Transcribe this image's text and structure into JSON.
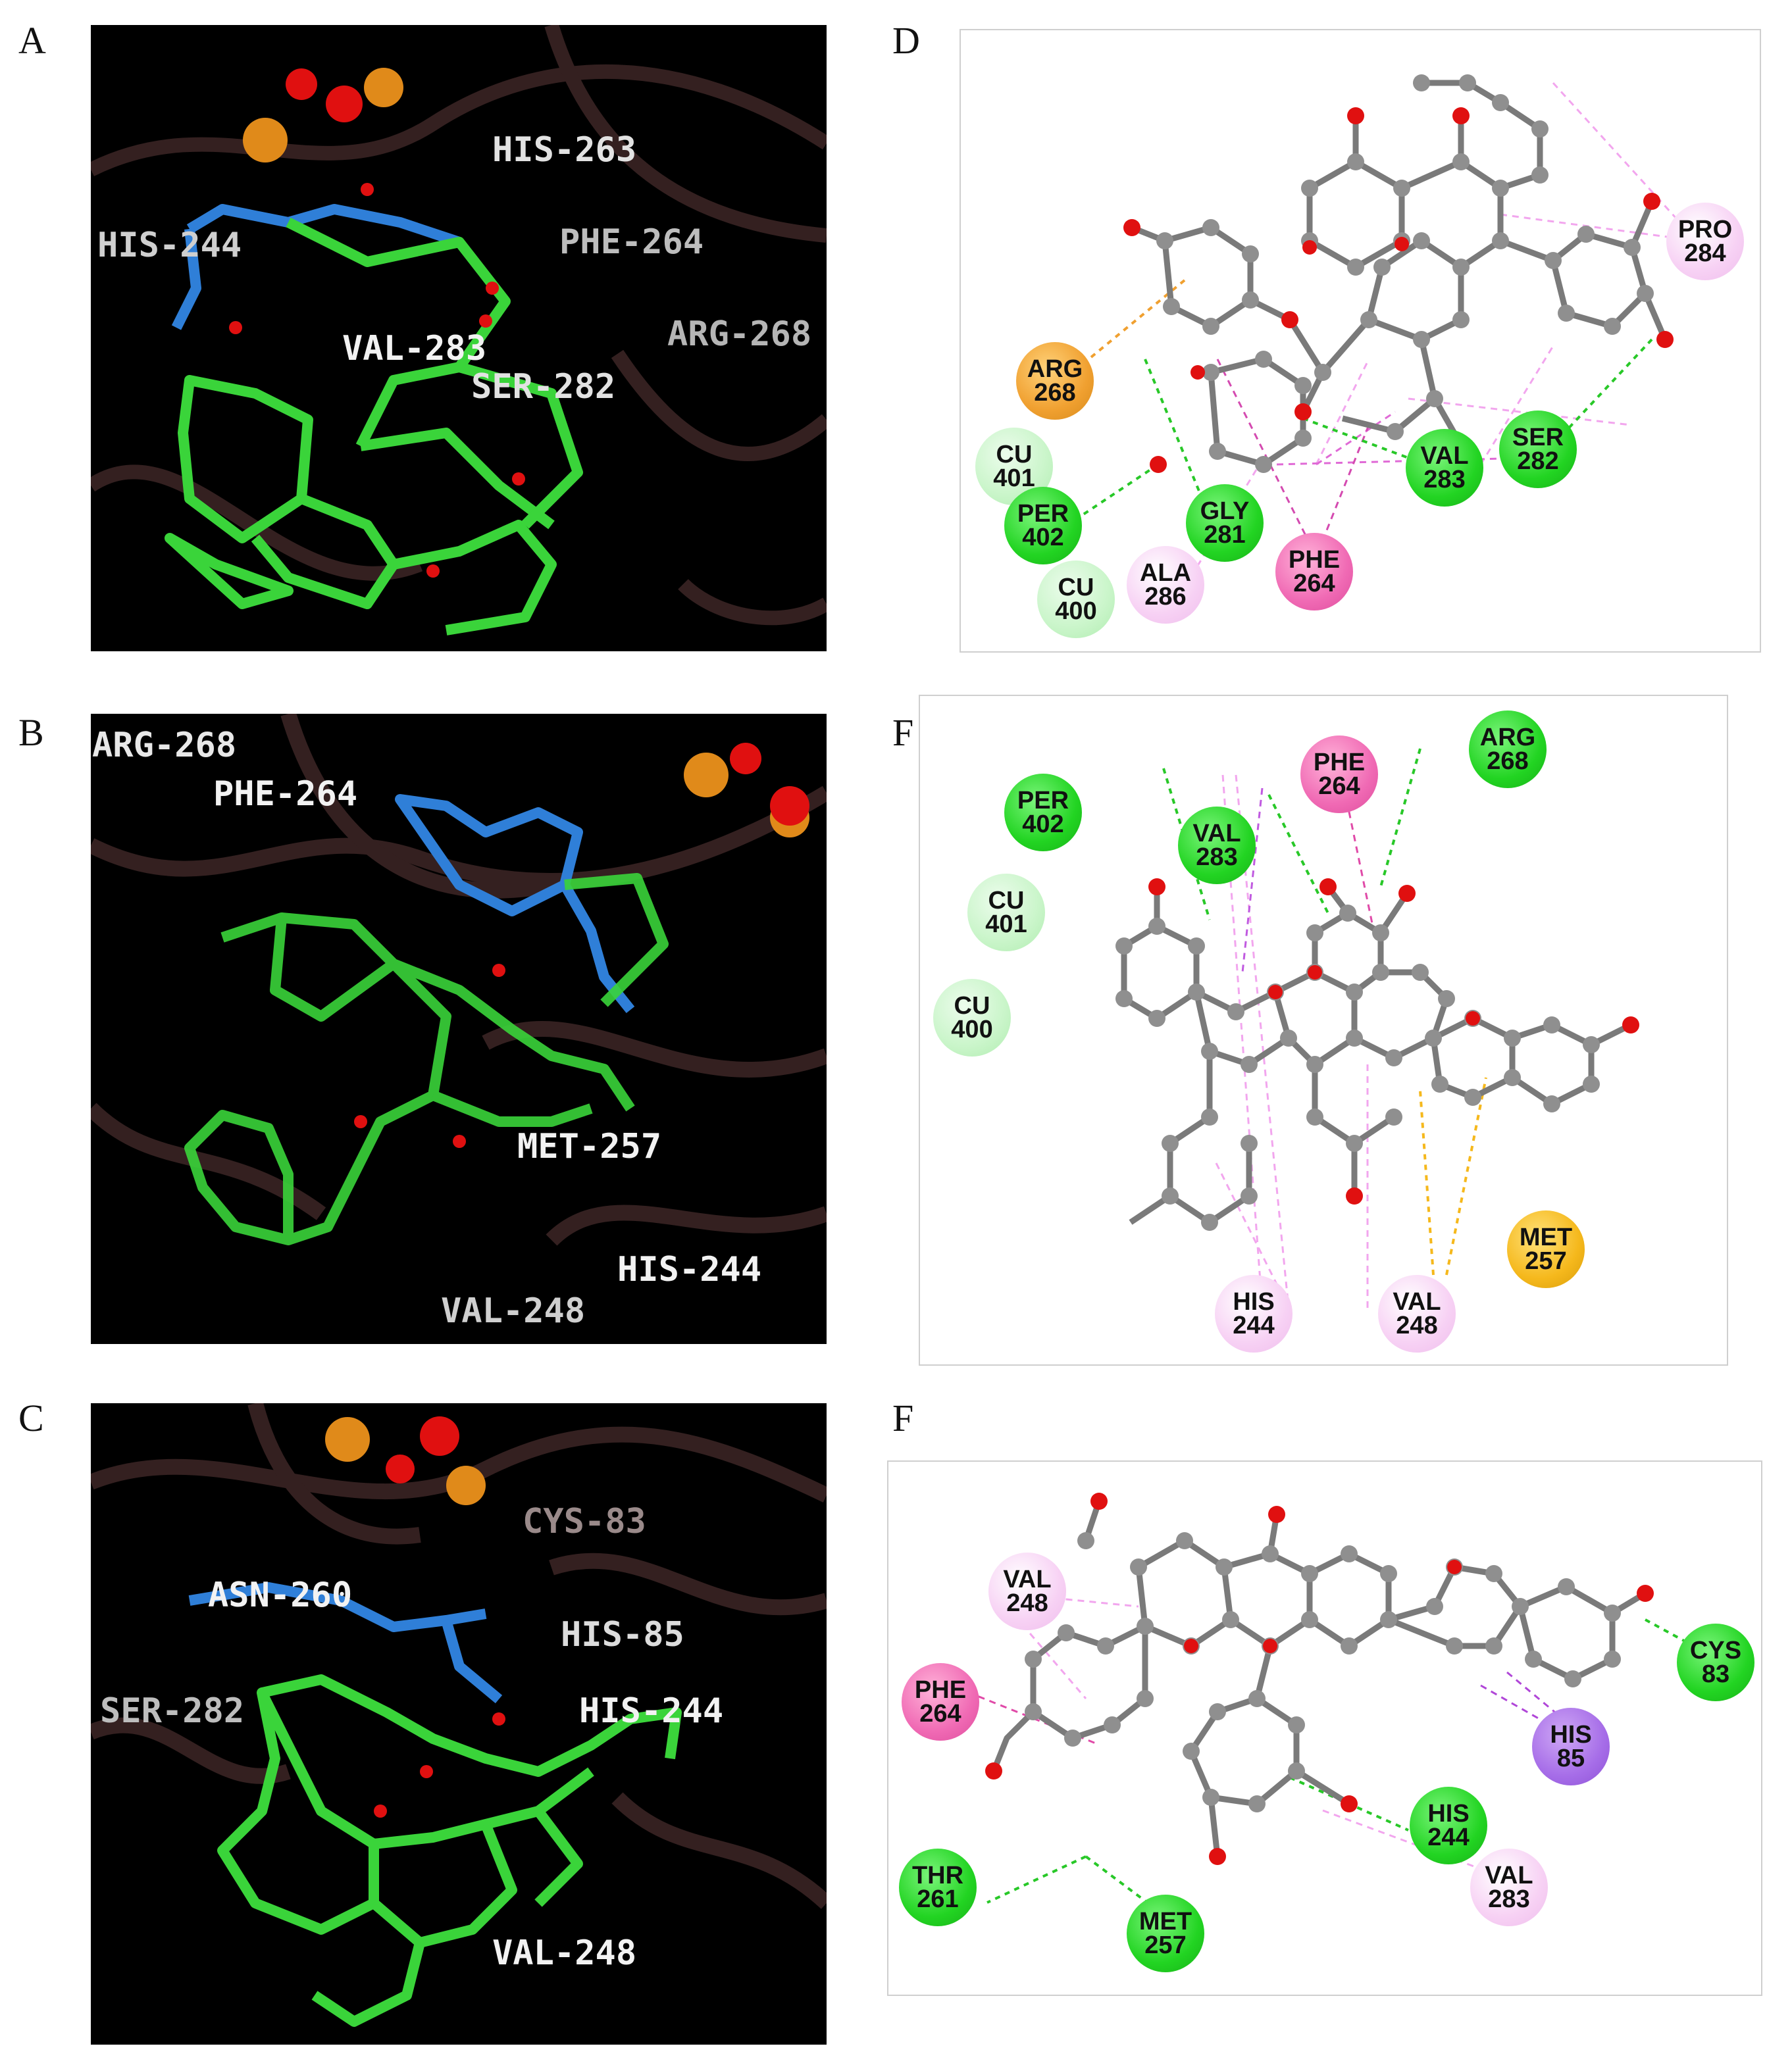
{
  "panels": [
    {
      "letter": "A",
      "residues": [
        "HIS-263",
        "HIS-244",
        "PHE-264",
        "ARG-268",
        "VAL-283",
        "SER-282"
      ]
    },
    {
      "letter": "B",
      "residues": [
        "ARG-268",
        "PHE-264",
        "MET-257",
        "HIS-244",
        "VAL-248"
      ]
    },
    {
      "letter": "C",
      "residues": [
        "CYS-83",
        "ASN-260",
        "HIS-85",
        "SER-282",
        "HIS-244",
        "VAL-248"
      ]
    },
    {
      "letter": "D",
      "residues": [
        "PRO\n284",
        "ARG\n268",
        "CU\n401",
        "PER\n402",
        "CU\n400",
        "VAL\n283",
        "SER\n282",
        "GLY\n281",
        "ALA\n286",
        "PHE\n264"
      ]
    },
    {
      "letter": "F",
      "residues": [
        "PER\n402",
        "VAL\n283",
        "PHE\n264",
        "ARG\n268",
        "CU\n401",
        "CU\n400",
        "MET\n257",
        "HIS\n244",
        "VAL\n248"
      ]
    },
    {
      "letter": "F",
      "residues": [
        "VAL\n248",
        "PHE\n264",
        "THR\n261",
        "MET\n257",
        "HIS\n244",
        "HIS\n85",
        "CYS\n83",
        "VAL\n283"
      ]
    }
  ],
  "colors": {
    "ligand_carbon": "#3ad43a",
    "residue_stick": "#2f7fd8",
    "oxygen": "#e01010",
    "copper": "#e08a1a",
    "protein_ribbon": "#3a2424",
    "atom_grey": "#8f8f8f"
  }
}
